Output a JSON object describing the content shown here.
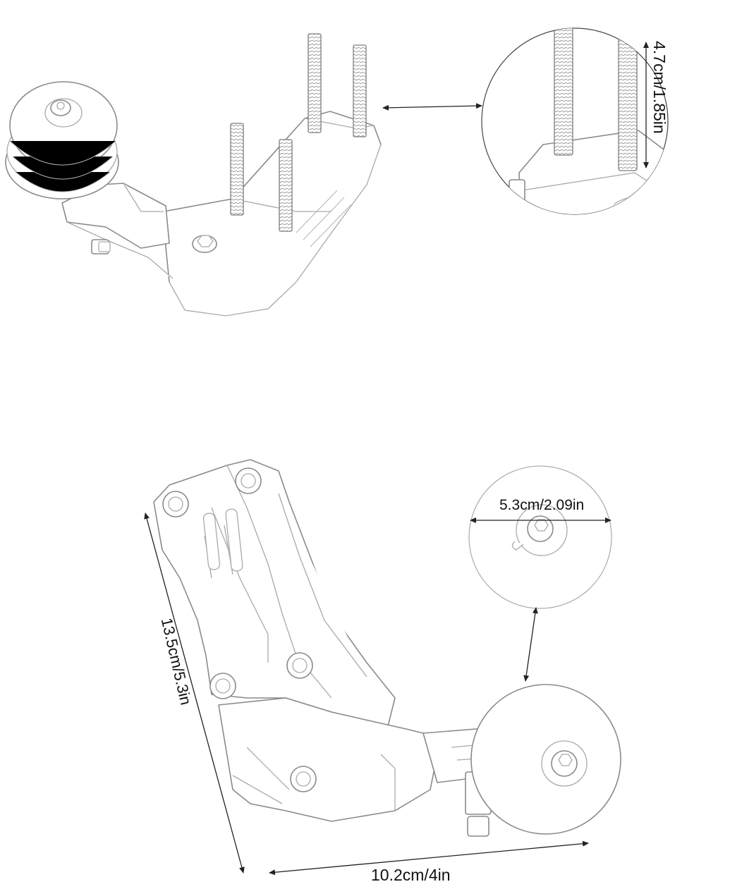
{
  "dimensions": {
    "stud_height": "4.7cm/1.85in",
    "wheel_diameter": "5.3cm/2.09in",
    "bracket_height": "13.5cm/5.3in",
    "bracket_width": "10.2cm/4in"
  },
  "colors": {
    "line": "#8a8a8a",
    "dimension_line": "#222222",
    "background": "#ffffff"
  }
}
